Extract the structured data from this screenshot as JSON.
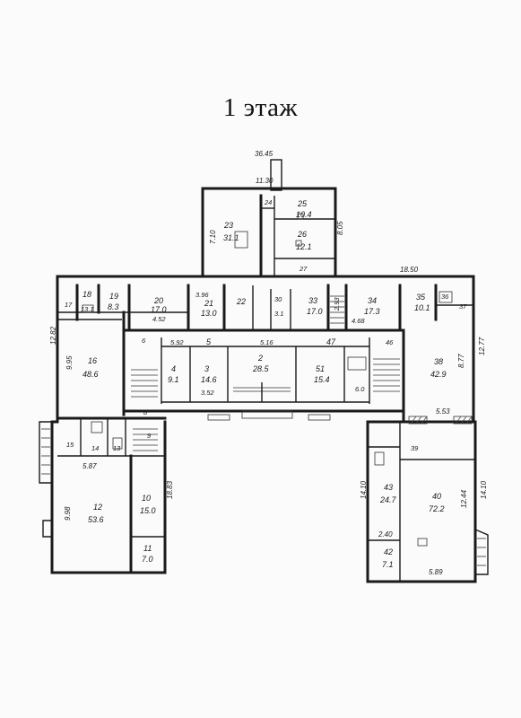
{
  "title": "1 этаж",
  "dimensions": {
    "top_width": "36.45",
    "wing_width": "11.30",
    "north_block_right": "8.05",
    "north_block_left": "7.10",
    "central_width": "18.50",
    "left_height_a": "12.82",
    "left_height_b": "9.95",
    "left_width": "5.87",
    "left_height_c": "9.98",
    "left_height_d": "18.83",
    "right_height_a": "12.77",
    "right_height_b": "8.77",
    "right_height_c": "5.53",
    "right_height_d": "14.10",
    "right_height_e": "14.10",
    "right_height_f": "12.44",
    "right_width": "5.89",
    "small_dim": "2.40"
  },
  "rooms": [
    {
      "num": "23",
      "area": "31.1"
    },
    {
      "num": "25",
      "area": "10.4"
    },
    {
      "num": "26",
      "area": "12.1"
    },
    {
      "num": "24",
      "area": ""
    },
    {
      "num": "27",
      "area": ""
    },
    {
      "num": "18",
      "area": "13.1"
    },
    {
      "num": "19",
      "area": "8.3"
    },
    {
      "num": "20",
      "area": "17.0"
    },
    {
      "num": "21",
      "area": "13.0"
    },
    {
      "num": "22",
      "area": ""
    },
    {
      "num": "30",
      "area": "3.1"
    },
    {
      "num": "33",
      "area": "17.0"
    },
    {
      "num": "34",
      "area": "17.3"
    },
    {
      "num": "35",
      "area": "10.1"
    },
    {
      "num": "36",
      "area": ""
    },
    {
      "num": "37",
      "area": ""
    },
    {
      "num": "16",
      "area": "48.6"
    },
    {
      "num": "17",
      "area": ""
    },
    {
      "num": "5",
      "area": ""
    },
    {
      "num": "2",
      "area": "28.5"
    },
    {
      "num": "3",
      "area": "14.6"
    },
    {
      "num": "4",
      "area": "9.1"
    },
    {
      "num": "47",
      "area": ""
    },
    {
      "num": "51",
      "area": "15.4"
    },
    {
      "num": "46",
      "area": ""
    },
    {
      "num": "6",
      "area": ""
    },
    {
      "num": "38",
      "area": "42.9"
    },
    {
      "num": "15",
      "area": ""
    },
    {
      "num": "14",
      "area": ""
    },
    {
      "num": "13",
      "area": ""
    },
    {
      "num": "9",
      "area": ""
    },
    {
      "num": "8",
      "area": ""
    },
    {
      "num": "39",
      "area": ""
    },
    {
      "num": "12",
      "area": "53.6"
    },
    {
      "num": "10",
      "area": "15.0"
    },
    {
      "num": "11",
      "area": "7.0"
    },
    {
      "num": "43",
      "area": "24.7"
    },
    {
      "num": "40",
      "area": "72.2"
    },
    {
      "num": "42",
      "area": "7.1"
    }
  ],
  "extra_labels": {
    "w_a": "5.92",
    "w_b": "5.16",
    "w_c": "3.96",
    "w_d": "4.52",
    "w_e": "3.52",
    "w_f": "4.68",
    "w_g": "6.0",
    "w_h": "2.93"
  }
}
